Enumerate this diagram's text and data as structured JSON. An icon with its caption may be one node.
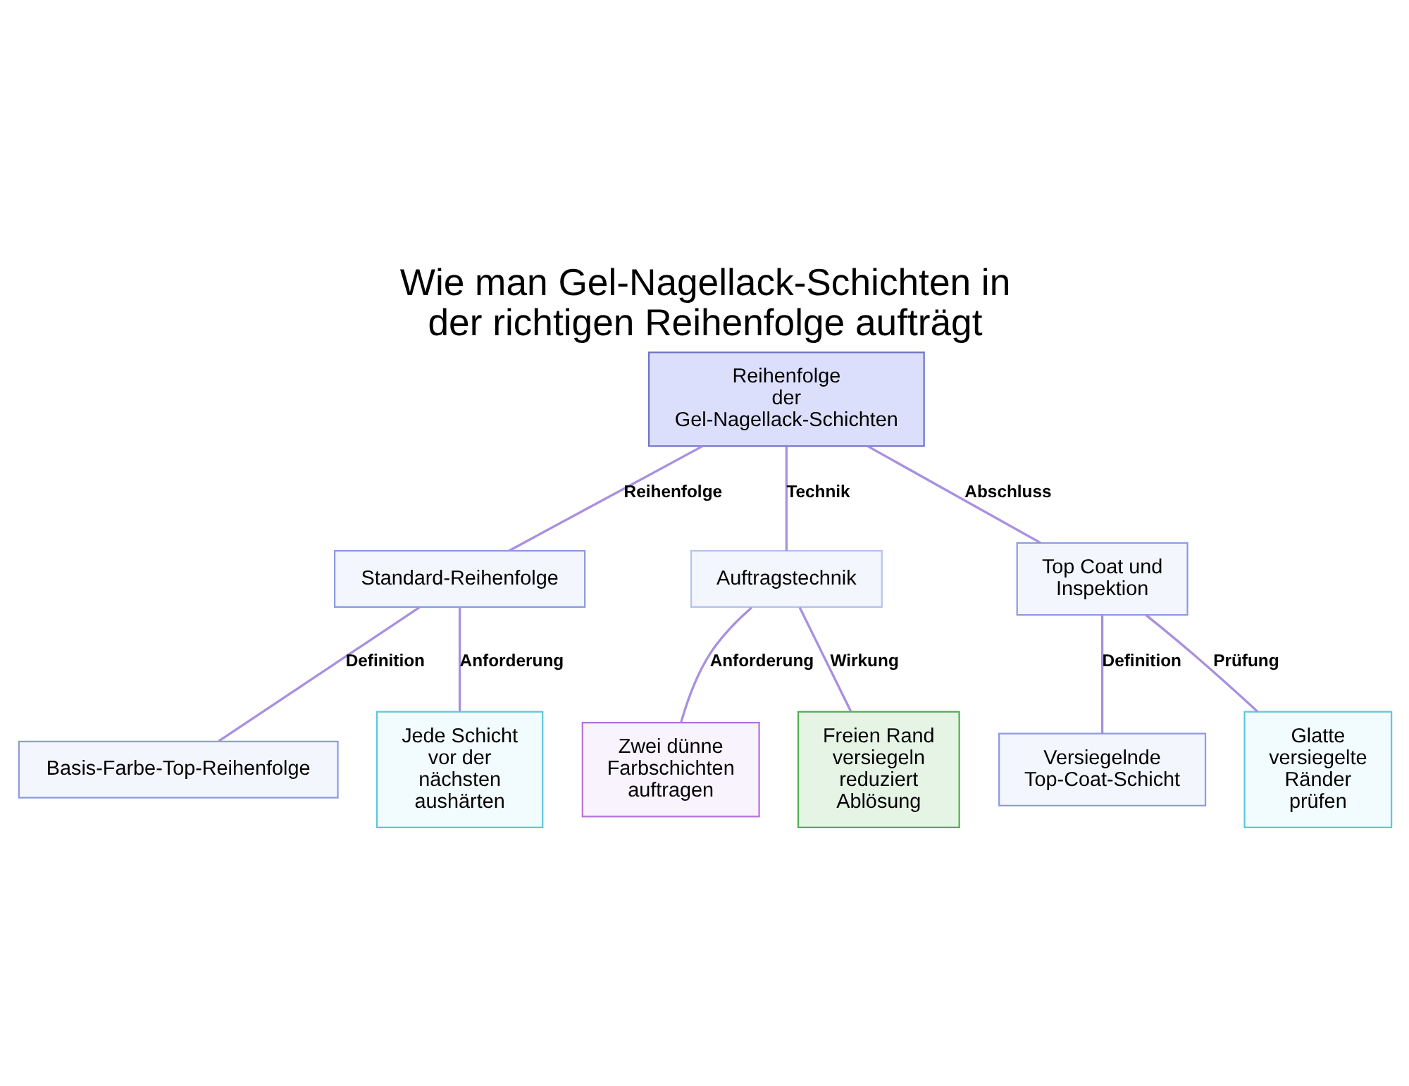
{
  "diagram": {
    "title": "Wie man Gel-Nagellack-Schichten in der richtigen Reihenfolge aufträgt",
    "nodes": [
      {
        "text": [
          "Reihenfolge der Gel-Nagellack-Schichten"
        ]
      },
      {
        "text": [
          "Standard-Reihenfolge"
        ]
      },
      {
        "text": [
          "Auftragstechnik"
        ]
      },
      {
        "text": [
          "Top Coat und Inspektion"
        ]
      },
      {
        "text": [
          "Basis-Farbe-Top-Reihenfolge"
        ]
      },
      {
        "text": [
          "Jede Schicht vor der nächsten aushärten"
        ]
      },
      {
        "text": [
          "Zwei dünne Farbschichten auftragen"
        ]
      },
      {
        "text": [
          "Freien Rand versiegeln reduziert Ablösung"
        ]
      },
      {
        "text": [
          "Versiegelnde Top-Coat-Schicht"
        ]
      },
      {
        "text": [
          "Glatte versiegelte Ränder prüfen"
        ]
      }
    ],
    "edges": [
      {
        "from": 0,
        "to": 1,
        "arrow": "none",
        "label": "Reihenfolge"
      },
      {
        "from": 0,
        "to": 2,
        "arrow": "none",
        "label": "Technik"
      },
      {
        "from": 0,
        "to": 3,
        "arrow": "none",
        "label": "Abschluss"
      },
      {
        "from": 1,
        "to": 4,
        "arrow": "none",
        "label": "Definition"
      },
      {
        "from": 1,
        "to": 5,
        "arrow": "none",
        "label": "Anforderung"
      },
      {
        "from": 2,
        "to": 6,
        "arrow": "none",
        "label": "Anforderung"
      },
      {
        "from": 2,
        "to": 7,
        "arrow": "none",
        "label": "Wirkung"
      },
      {
        "from": 3,
        "to": 8,
        "arrow": "none",
        "label": "Definition"
      },
      {
        "from": 3,
        "to": 9,
        "arrow": "none",
        "label": "Prüfung"
      }
    ]
  }
}
